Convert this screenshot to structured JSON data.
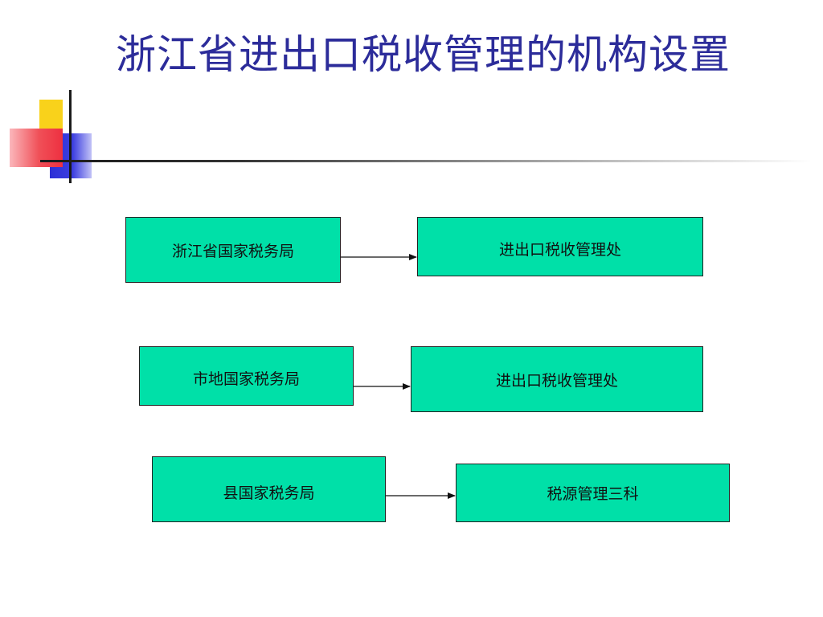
{
  "title": "浙江省进出口税收管理的机构设置",
  "rows": [
    {
      "left": "浙江省国家税务局",
      "right": "进出口税收管理处"
    },
    {
      "left": "市地国家税务局",
      "right": "进出口税收管理处"
    },
    {
      "left": "县国家税务局",
      "right": "税源管理三科"
    }
  ],
  "colors": {
    "title": "#2c2c9a",
    "box_fill": "#00e0a8",
    "accent_yellow": "#f9d21b",
    "accent_blue": "#2c2fd6",
    "accent_red": "#ee3040"
  }
}
